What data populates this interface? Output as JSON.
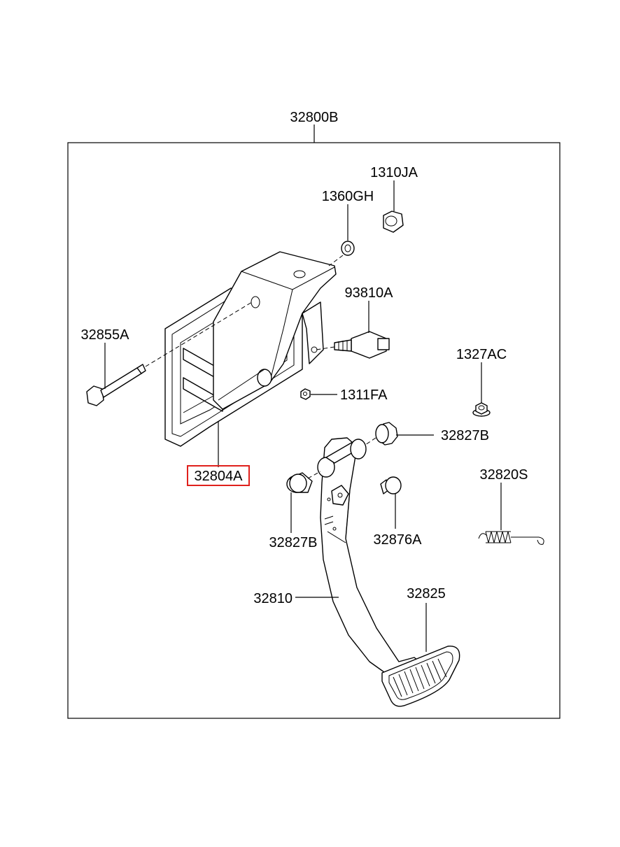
{
  "diagram": {
    "assembly_label": "32800B",
    "highlighted_part": "32804A",
    "highlight_color": "#e0201c",
    "parts": {
      "nut_top": "1310JA",
      "washer": "1360GH",
      "stop_switch": "93810A",
      "bolt": "32855A",
      "small_nut": "1311FA",
      "flange_nut": "1327AC",
      "bushing_right": "32827B",
      "bracket": "32804A",
      "return_spring": "32820S",
      "bushing_left": "32827B",
      "stopper": "32876A",
      "pedal_arm": "32810",
      "pedal_pad": "32825"
    }
  }
}
